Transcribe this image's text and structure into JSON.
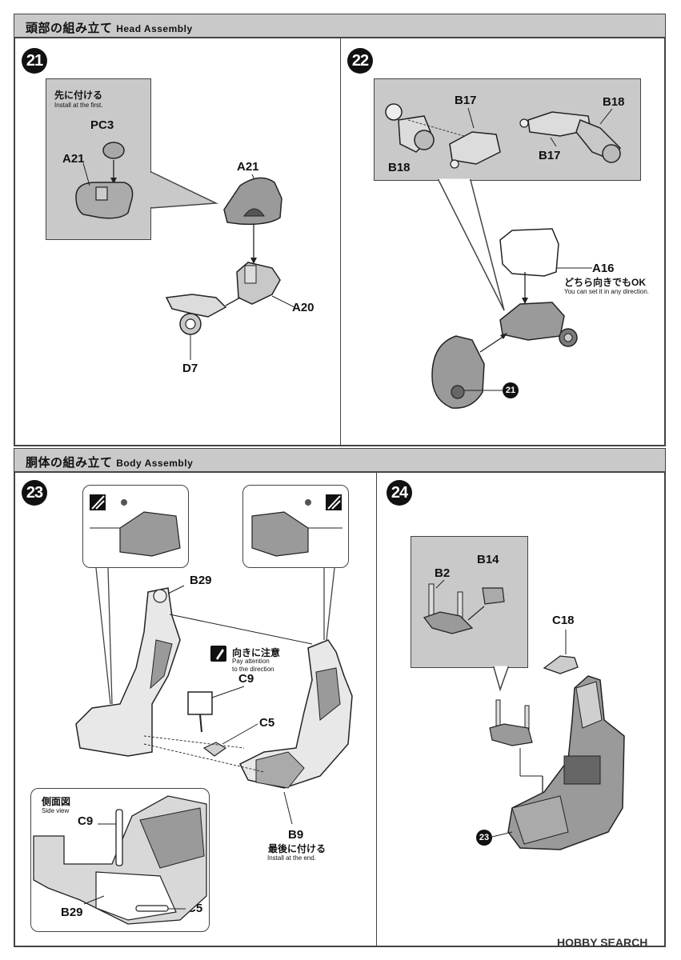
{
  "sections": {
    "head": {
      "title_jp": "頭部の組み立て",
      "title_en": "Head Assembly"
    },
    "body": {
      "title_jp": "胴体の組み立て",
      "title_en": "Body Assembly"
    }
  },
  "steps": {
    "s21": {
      "number": "21",
      "callout_note_jp": "先に付ける",
      "callout_note_en": "Install at the first.",
      "parts": {
        "pc3": "PC3",
        "a21_small": "A21",
        "a21": "A21",
        "a20": "A20",
        "d7": "D7"
      }
    },
    "s22": {
      "number": "22",
      "parts": {
        "b17_left": "B17",
        "b18_right": "B18",
        "b18_left": "B18",
        "b17_right": "B17",
        "a16": "A16"
      },
      "note_jp": "どちら向きでもOK",
      "note_en": "You can set it in any direction.",
      "ref_step": "21"
    },
    "s23": {
      "number": "23",
      "parts": {
        "b29": "B29",
        "c9": "C9",
        "c5": "C5",
        "b9": "B9"
      },
      "caution_jp": "向きに注意",
      "caution_en_1": "Pay attention",
      "caution_en_2": "to the direction",
      "b9_note_jp": "最後に付ける",
      "b9_note_en": "Install at the end.",
      "side_view_jp": "側面図",
      "side_view_en": "Side view",
      "side_parts": {
        "c9": "C9",
        "b29": "B29",
        "c5": "C5"
      }
    },
    "s24": {
      "number": "24",
      "parts": {
        "b2": "B2",
        "b14": "B14",
        "c18": "C18"
      },
      "ref_step": "23"
    }
  },
  "watermark": "HOBBY SEARCH",
  "colors": {
    "header_gray": "#c9c9c9",
    "part_gray": "#9a9a9a",
    "line": "#444444"
  }
}
